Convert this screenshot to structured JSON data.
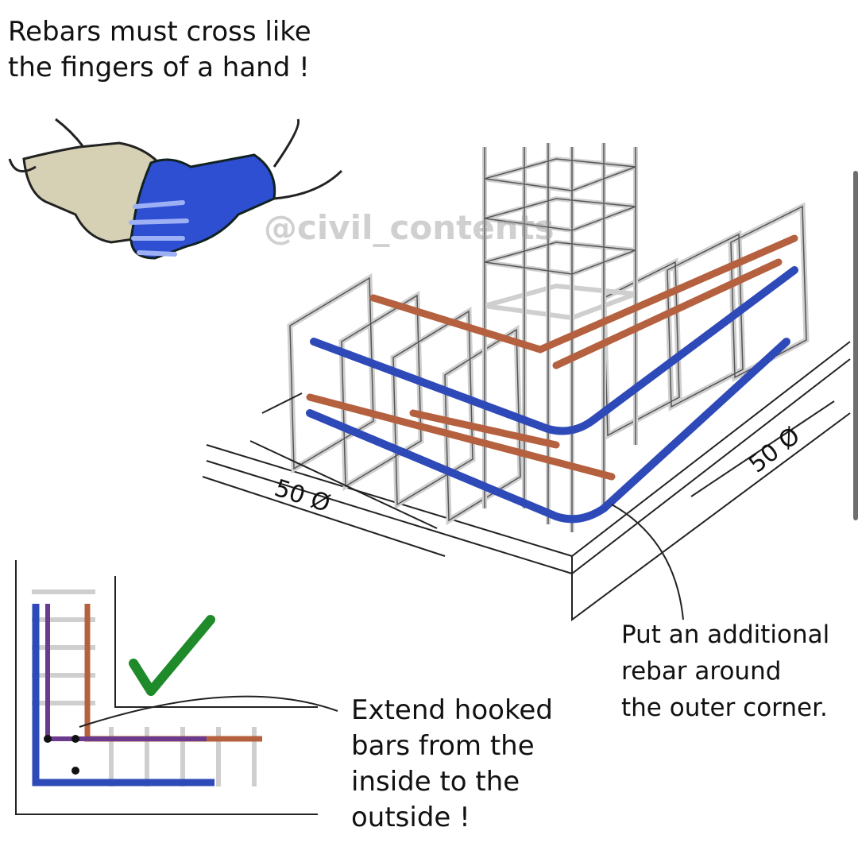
{
  "captions": {
    "top": "Rebars must cross like\nthe fingers of a hand !",
    "corner": "Put an additional\nrebar around\nthe outer corner.",
    "hooked": "Extend hooked\nbars from the\ninside to the\noutside !"
  },
  "dimensions": {
    "left": "50 Ø",
    "right": "50 Ø"
  },
  "watermark": "@civil_contents",
  "colors": {
    "blue_rebar": "#2e49b8",
    "red_rebar": "#b5603e",
    "stirrup": "#e6e6e6",
    "glove_blue": "#2f4fd3",
    "glove_beige": "#d6d0b4",
    "checkmark": "#1f8a2a"
  },
  "icons": {
    "checkmark": "checkmark-icon",
    "hands": "hands-illustration"
  }
}
